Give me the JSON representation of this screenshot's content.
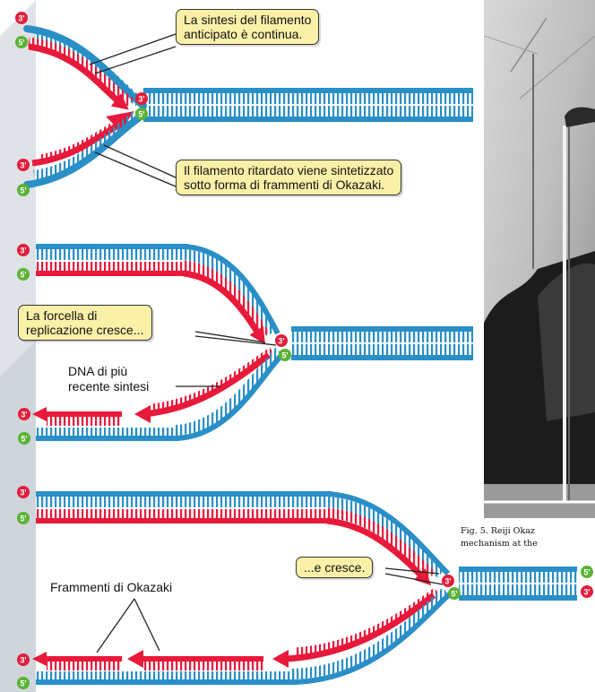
{
  "callouts": {
    "leading_line1": "La sintesi del filamento",
    "leading_line2": "anticipato è continua.",
    "lagging_line1": "Il filamento ritardato viene sintetizzato",
    "lagging_line2": "sotto forma di frammenti di Okazaki.",
    "fork_line1": "La forcella di",
    "fork_line2": "replicazione cresce...",
    "grows": "...e cresce."
  },
  "labels": {
    "new_dna_line1": "DNA di più",
    "new_dna_line2": "recente sintesi",
    "fragments": "Frammenti di Okazaki"
  },
  "strand_ends": {
    "three_prime": "3'",
    "five_prime": "5'"
  },
  "photo_caption": {
    "line1": "Fig. 5.  Reiji Okaz",
    "line2": "mechanism at the"
  },
  "colors": {
    "parental_strand": "#2a8fc6",
    "new_strand": "#e8193a",
    "three_prime_badge": "#e31d3c",
    "five_prime_badge": "#5ab334",
    "callout_fill": "#fbf0a8"
  }
}
